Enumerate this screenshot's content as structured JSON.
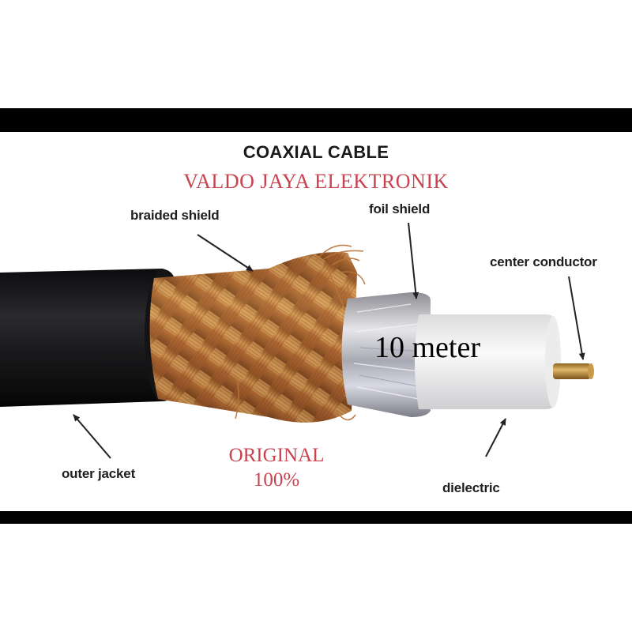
{
  "diagram": {
    "title": "COAXIAL CABLE",
    "brand": "VALDO JAYA ELEKTRONIK",
    "overlay_length": "10 meter",
    "badge_line1": "ORIGINAL",
    "badge_line2": "100%",
    "labels": {
      "braided_shield": "braided shield",
      "foil_shield": "foil shield",
      "center_conductor": "center conductor",
      "outer_jacket": "outer jacket",
      "dielectric": "dielectric"
    },
    "colors": {
      "brand_red": "#c9424e",
      "label_text": "#1e1e1e",
      "jacket": "#1c1c1e",
      "copper": "#b8743a",
      "foil": "#c9c9cf",
      "dielectric": "#f2f2f2",
      "conductor": "#c99a4a"
    }
  }
}
